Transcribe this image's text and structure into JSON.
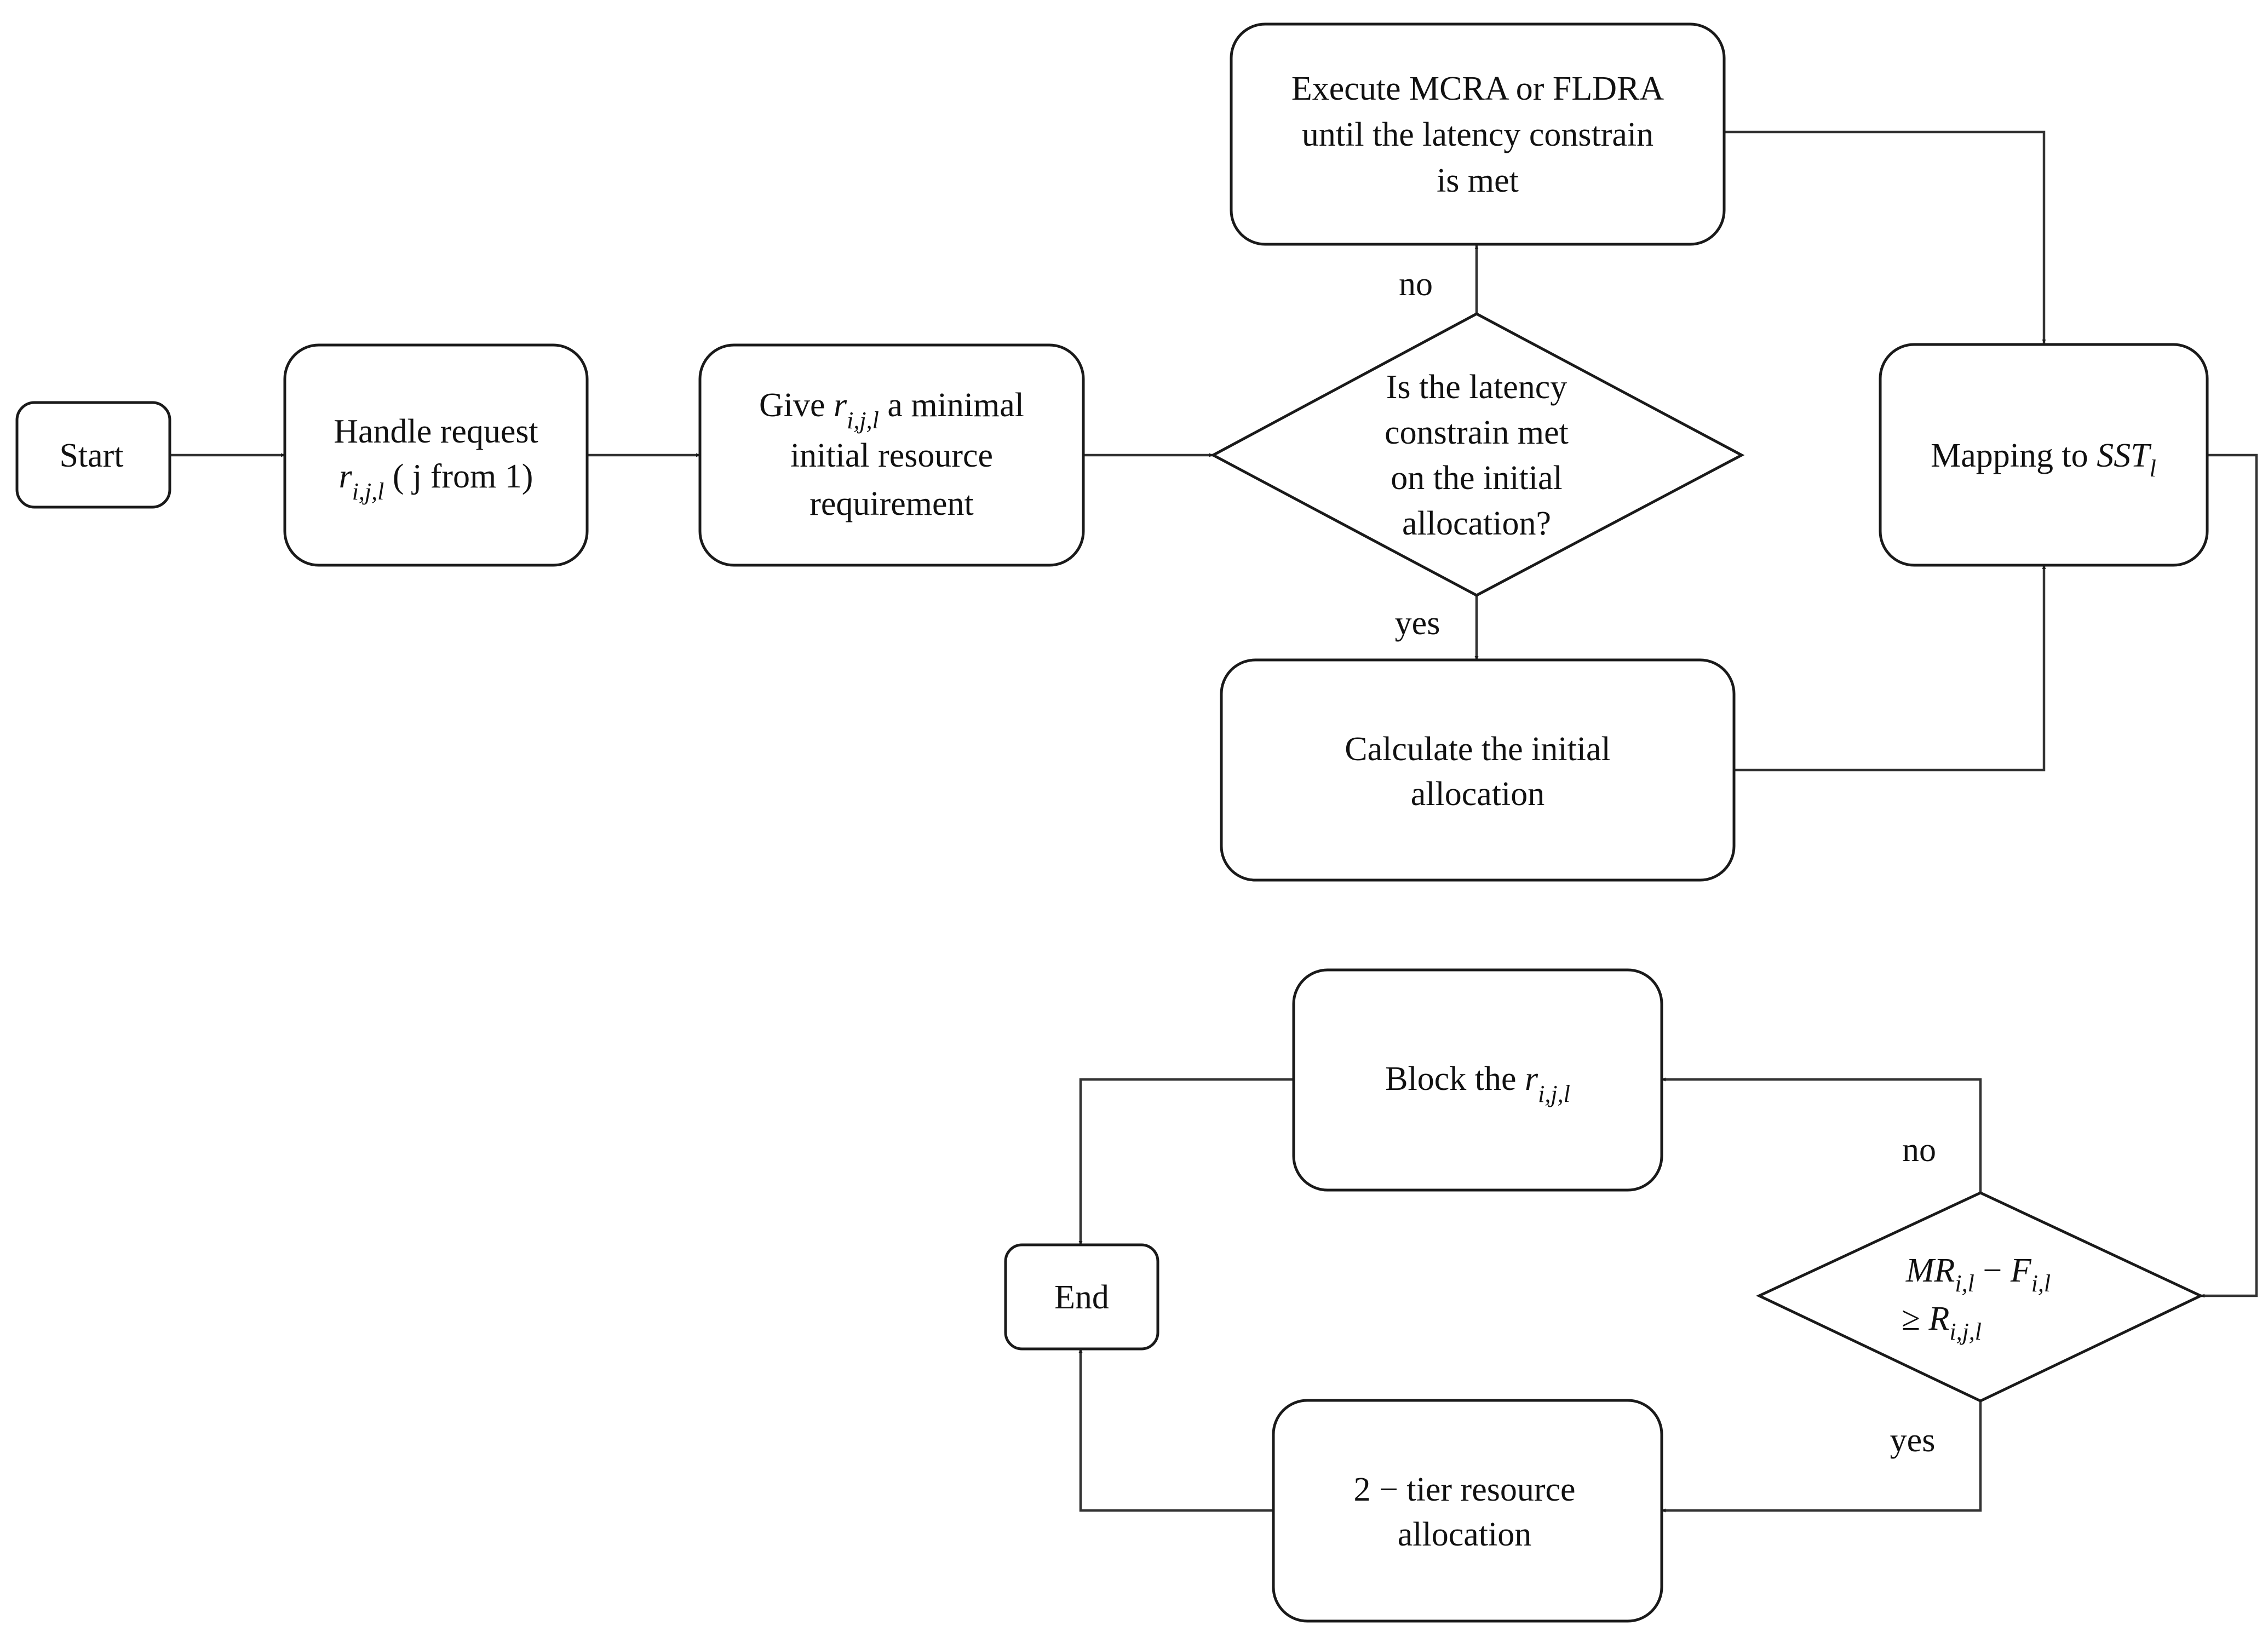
{
  "nodes": {
    "start": "Start",
    "handle": {
      "line1": "Handle request",
      "var": "r",
      "sub": "i,j,l",
      "rest": " ( j from 1)"
    },
    "give": {
      "pre": "Give ",
      "var": "r",
      "sub": "i,j,l",
      "post": " a minimal",
      "line2": "initial resource",
      "line3": "requirement"
    },
    "decision1": {
      "line1": "Is the latency",
      "line2": "constrain met",
      "line3": "on the initial",
      "line4": "allocation?"
    },
    "execute": {
      "line1": "Execute MCRA or FLDRA",
      "line2": "until the latency constrain",
      "line3": "is met"
    },
    "calculate": {
      "line1": "Calculate the initial",
      "line2": "allocation"
    },
    "mapping": {
      "pre": "Mapping to ",
      "var": "SST",
      "sub": "l"
    },
    "decision2": {
      "line1": {
        "a": "MR",
        "a_sub": "i,l",
        "op": " − ",
        "b": "F",
        "b_sub": "i,l"
      },
      "line2": {
        "op": "≥ ",
        "a": "R",
        "a_sub": "i,j,l"
      }
    },
    "block": {
      "pre": "Block the ",
      "var": "r",
      "sub": "i,j,l"
    },
    "two_tier": {
      "line1": "2 − tier resource",
      "line2": "allocation"
    },
    "end": "End"
  },
  "edge_labels": {
    "d1_no": "no",
    "d1_yes": "yes",
    "d2_no": "no",
    "d2_yes": "yes"
  }
}
